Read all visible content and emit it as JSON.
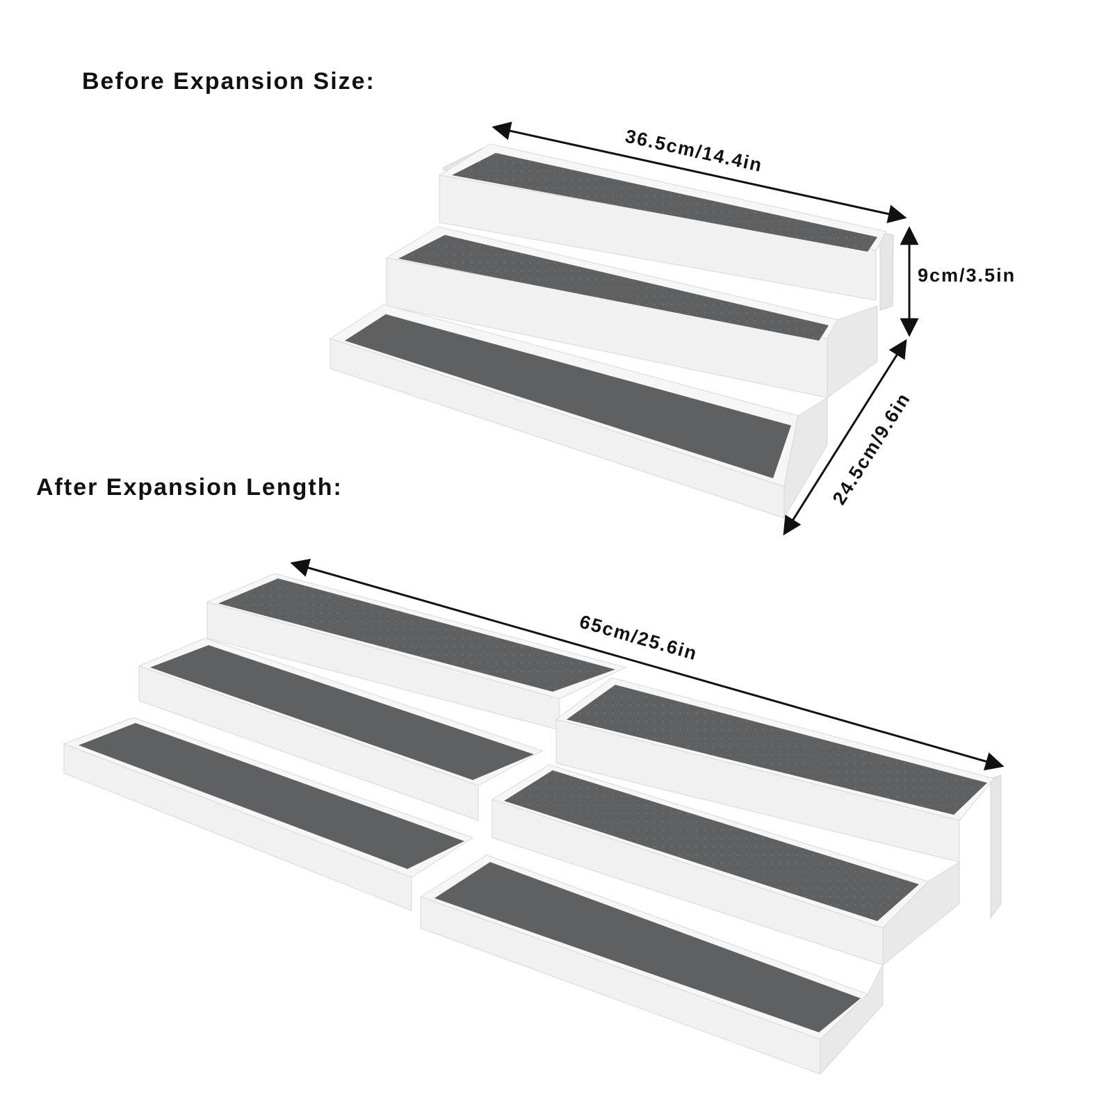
{
  "headings": {
    "before": "Before Expansion Size:",
    "after": "After Expansion Length:"
  },
  "dimensions": {
    "before_length": "36.5cm/14.4in",
    "height": "9cm/3.5in",
    "depth": "24.5cm/9.6in",
    "after_length": "65cm/25.6in"
  },
  "colors": {
    "shelf_white": "#f4f4f4",
    "shelf_edge": "#dcdcdc",
    "mat_gray": "#5f6062",
    "mat_dark": "#4d4e50",
    "arrow": "#111111"
  }
}
